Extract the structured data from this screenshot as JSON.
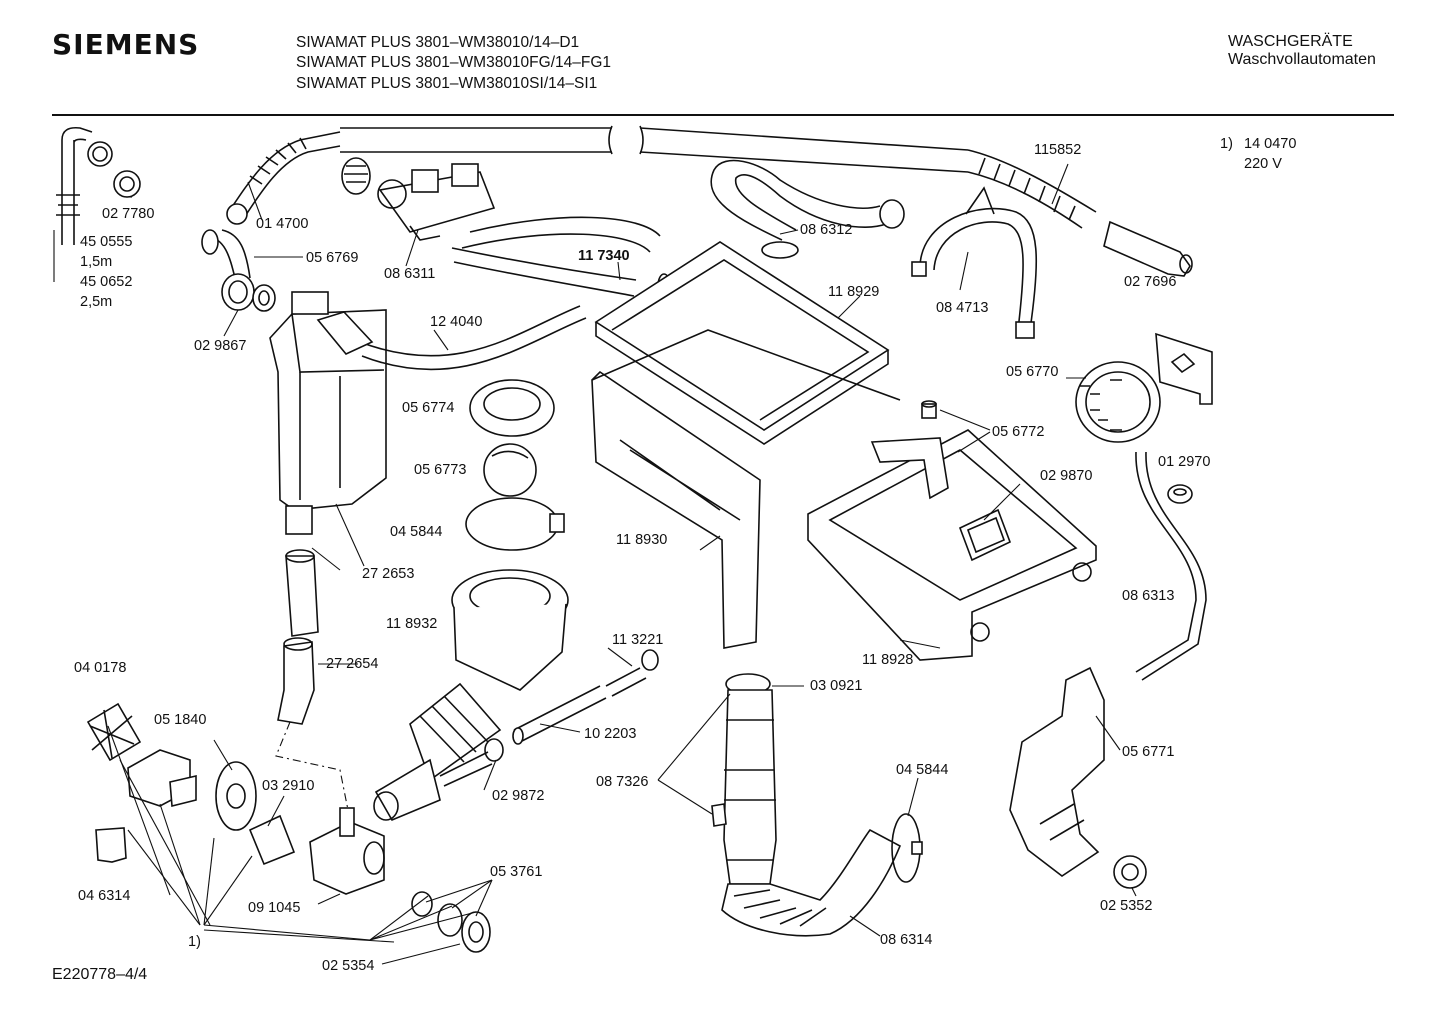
{
  "header": {
    "brand": "SIEMENS",
    "models": [
      "SIWAMAT PLUS 3801–WM38010/14–D1",
      "SIWAMAT PLUS 3801–WM38010FG/14–FG1",
      "SIWAMAT PLUS 3801–WM38010SI/14–SI1"
    ],
    "category": "WASCHGERÄTE",
    "subcategory": "Waschvollautomaten"
  },
  "footnote": {
    "marker": "1)",
    "part": "14 0470",
    "voltage": "220 V"
  },
  "labels": {
    "p027780": "02 7780",
    "p450555": "45 0555",
    "len15": "1,5m",
    "p450652": "45 0652",
    "len25": "2,5m",
    "p014700": "01 4700",
    "p056769": "05 6769",
    "p086311": "08 6311",
    "p117340": "11 7340",
    "p086312": "08 6312",
    "p115852": "115852",
    "p027696": "02 7696",
    "p084713": "08 4713",
    "p118929": "11 8929",
    "p124040": "12 4040",
    "p029867": "02 9867",
    "p056774": "05 6774",
    "p056773": "05 6773",
    "p045844a": "04 5844",
    "p118930": "11 8930",
    "p272653": "27 2653",
    "p056770": "05 6770",
    "p056772": "05 6772",
    "p029870": "02 9870",
    "p012970": "01 2970",
    "p086313": "08 6313",
    "p118932": "11 8932",
    "p113221": "11 3221",
    "p272654": "27 2654",
    "p118928": "11 8928",
    "p030921": "03 0921",
    "p040178": "04 0178",
    "p051840": "05 1840",
    "p102203": "10 2203",
    "p087326": "08 7326",
    "p056771": "05 6771",
    "p045844b": "04 5844",
    "p032910": "03 2910",
    "p029872": "02 9872",
    "p053761": "05 3761",
    "p046314": "04 6314",
    "p091045": "09 1045",
    "p086314": "08 6314",
    "p025352": "02 5352",
    "note1": "1)",
    "p025354": "02 5354"
  },
  "footer": {
    "drawing_id": "E220778–4/4"
  }
}
